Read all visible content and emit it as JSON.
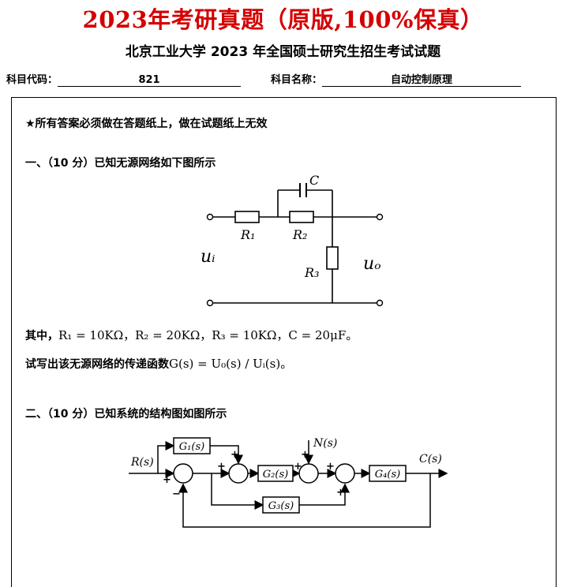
{
  "banner": "2023年考研真题（原版,100%保真）",
  "exam_title": "北京工业大学 2023 年全国硕士研究生招生考试试题",
  "info": {
    "code_label": "科目代码：",
    "code_value": "821",
    "name_label": "科目名称：",
    "name_value": "自动控制原理"
  },
  "notice": "★所有答案必须做在答题纸上，做在试题纸上无效",
  "q1": {
    "heading": "一、（10 分）已知无源网络如下图所示",
    "params_prefix": "其中，",
    "params": "R₁ = 10KΩ，R₂ = 20KΩ，R₃ = 10KΩ，C = 20μF。",
    "task_prefix": "试写出该无源网络的传递函数",
    "task_formula": "G(s) = U₀(s) / Uᵢ(s)。",
    "circuit": {
      "c_label": "C",
      "r1_label": "R₁",
      "r2_label": "R₂",
      "r3_label": "R₃",
      "ui_label": "uᵢ",
      "uo_label": "uₒ"
    }
  },
  "q2": {
    "heading": "二、（10 分）已知系统的结构图如图所示",
    "diagram": {
      "input_label": "R(s)",
      "output_label": "C(s)",
      "disturbance_label": "N(s)",
      "g1_label": "G₁(s)",
      "g2_label": "G₂(s)",
      "g3_label": "G₃(s)",
      "g4_label": "G₄(s)",
      "sign_plus": "+",
      "sign_minus": "−"
    }
  }
}
